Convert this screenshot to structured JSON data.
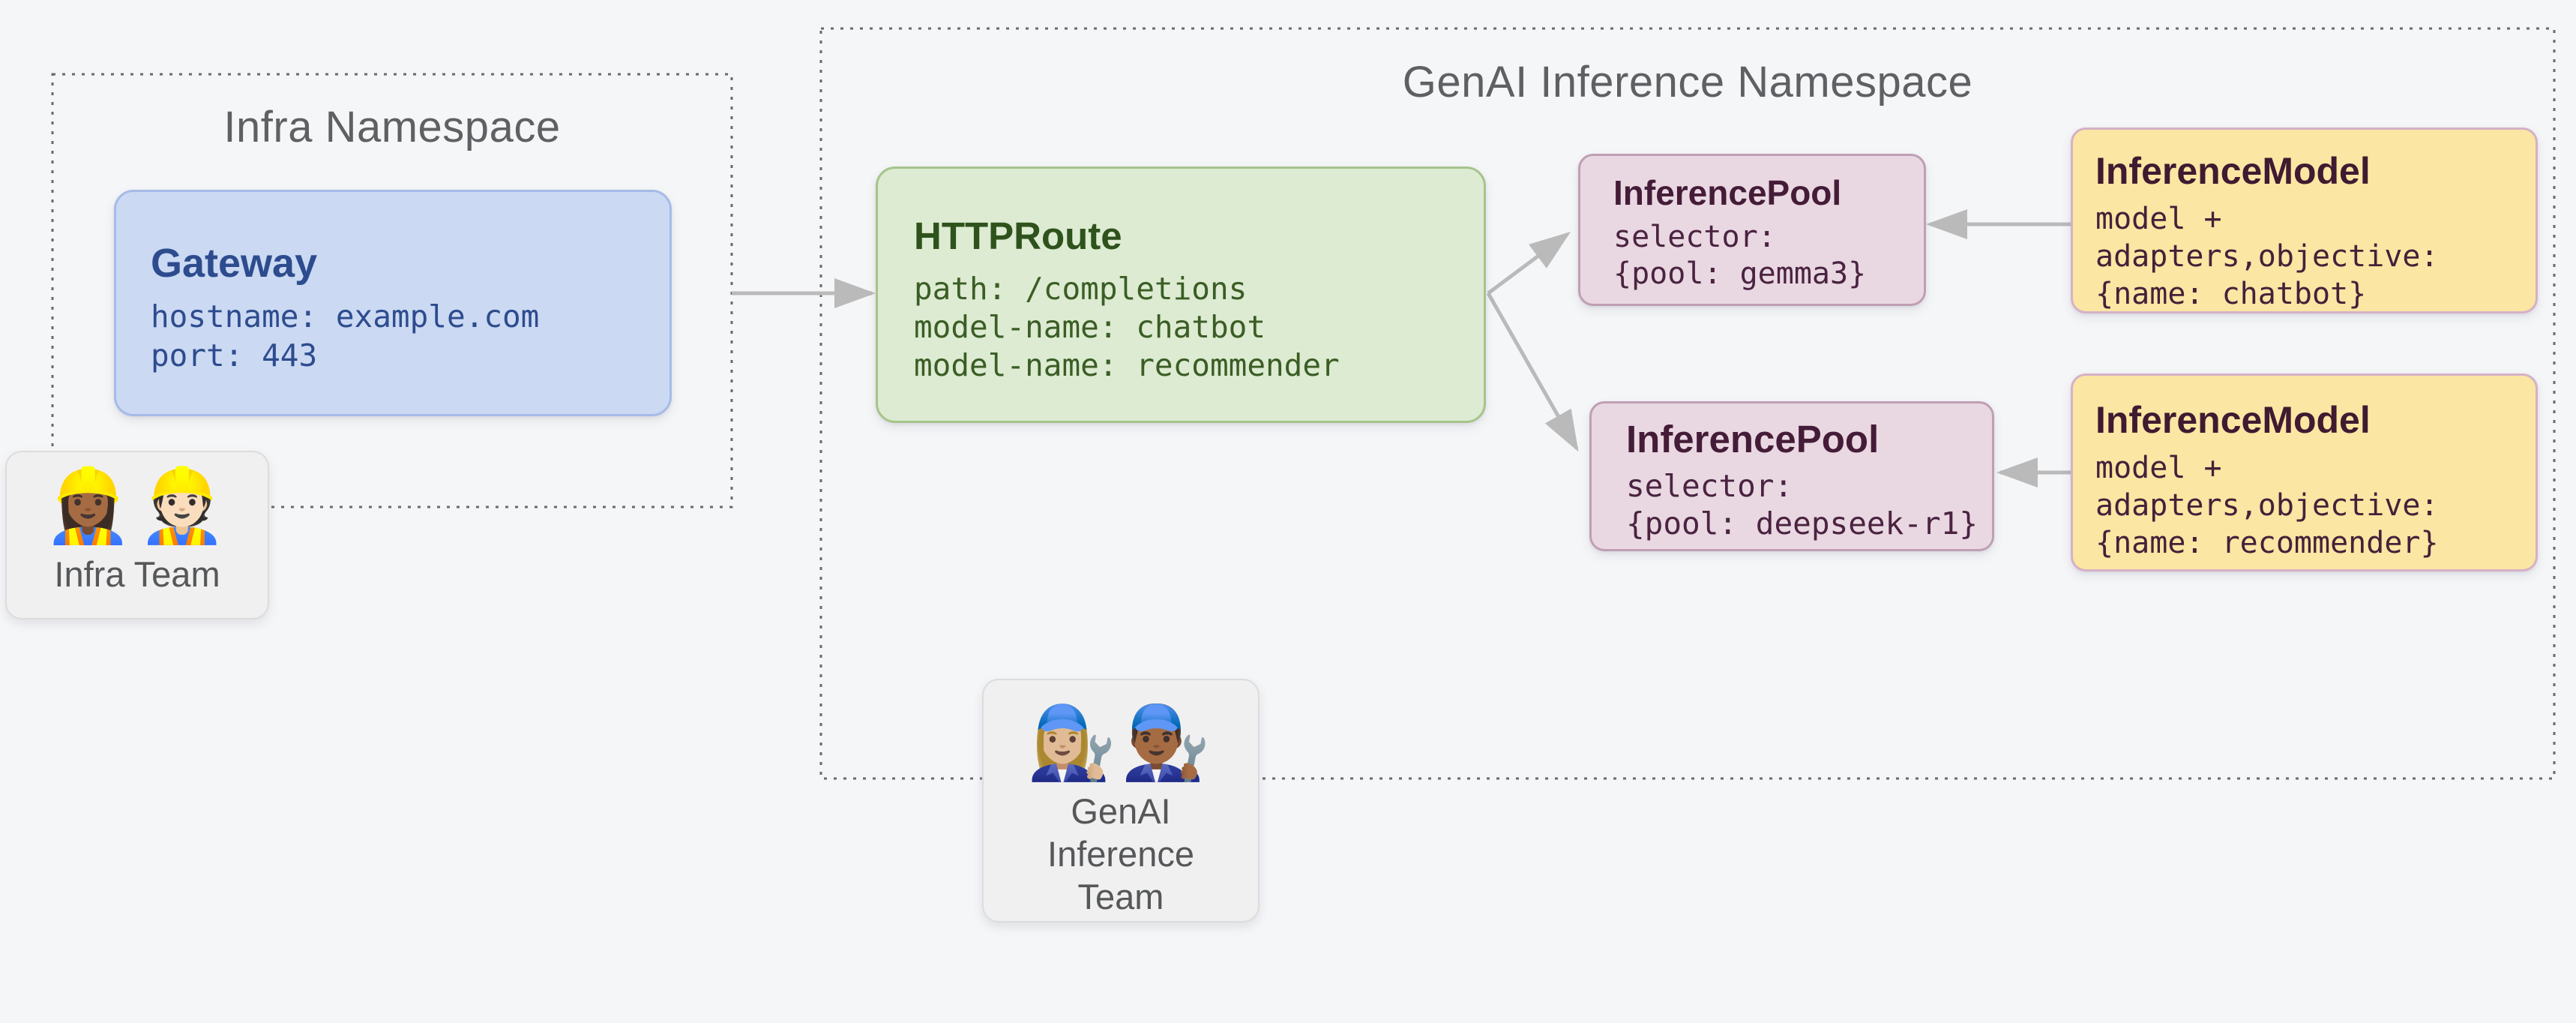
{
  "canvas": {
    "background": "#f5f6f8"
  },
  "namespaces": {
    "infra": {
      "title": "Infra Namespace"
    },
    "genai": {
      "title": "GenAI Inference Namespace"
    }
  },
  "nodes": {
    "gateway": {
      "title": "Gateway",
      "lines": [
        "hostname: example.com",
        "port: 443"
      ],
      "fill": "#cbd9f3",
      "border": "#a6bbe6",
      "text_color": "#2d4c8e"
    },
    "httproute": {
      "title": "HTTPRoute",
      "lines": [
        "path: /completions",
        "model-name: chatbot",
        "model-name: recommender"
      ],
      "fill": "#dcebd1",
      "border": "#a6c48b",
      "text_color": "#3b5d25"
    },
    "inference_pool_gemma": {
      "title": "InferencePool",
      "lines": [
        "selector:",
        "{pool: gemma3}"
      ],
      "fill": "#e9d8e2",
      "border": "#bf9fb3",
      "text_color": "#4b2340"
    },
    "inference_pool_deepseek": {
      "title": "InferencePool",
      "lines": [
        "selector:",
        "{pool: deepseek-r1}"
      ],
      "fill": "#e9d8e2",
      "border": "#bf9fb3",
      "text_color": "#4b2340"
    },
    "inference_model_chatbot": {
      "title": "InferenceModel",
      "lines": [
        "model +",
        "adapters,objective:",
        "{name: chatbot}"
      ],
      "fill": "#fbe6a3",
      "border": "#d5b1c6",
      "text_color": "#46203a"
    },
    "inference_model_recommender": {
      "title": "InferenceModel",
      "lines": [
        "model +",
        "adapters,objective:",
        "{name: recommender}"
      ],
      "fill": "#fbe6a3",
      "border": "#d5b1c6",
      "text_color": "#46203a"
    }
  },
  "teams": {
    "infra": {
      "emojis": "👷🏾‍♀️👷🏻",
      "label": "Infra Team"
    },
    "genai": {
      "emojis": "👩🏼‍🔧👨🏾‍🔧",
      "label": "GenAI Inference Team"
    }
  },
  "colors": {
    "arrow": "#bababa",
    "dotted_border": "#6a6a6a",
    "namespace_title": "#5f6063",
    "team_fill": "#f0f0f0",
    "team_border": "#dcdcdc",
    "team_label": "#555759"
  }
}
